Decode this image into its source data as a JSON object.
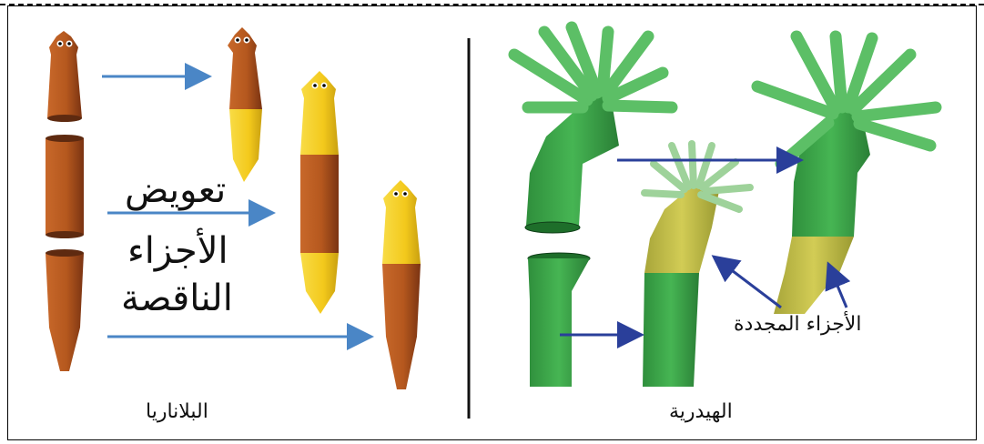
{
  "planaria": {
    "caption": "البلاناريا",
    "center_text": [
      "تعويض",
      "الأجزاء",
      "الناقصة"
    ]
  },
  "hydra": {
    "caption": "الهيدرية",
    "regenerated_parts_label": "الأجزاء المجددة"
  },
  "colors": {
    "planaria_brown": "#b5581e",
    "planaria_dark": "#7a3312",
    "planaria_yellow": "#f3c91c",
    "hydra_green": "#3aa84a",
    "hydra_light": "#6cc46e",
    "hydra_yellow": "#c8c24a",
    "arrow_light_blue": "#4a86c6",
    "arrow_dark_blue": "#2a3f9a"
  }
}
